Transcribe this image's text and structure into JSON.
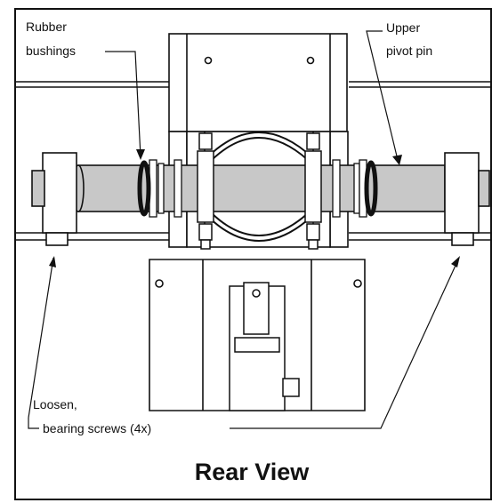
{
  "callouts": {
    "rubber_line1": "Rubber",
    "rubber_line2": "bushings",
    "pivot_line1": "Upper",
    "pivot_line2": "pivot pin",
    "loosen_line1": "Loosen,",
    "loosen_line2": "bearing screws (4x)"
  },
  "view_title": "Rear View",
  "colors": {
    "line": "#111111",
    "pin_fill": "#c8c8c8",
    "bushing": "#111111",
    "background": "#ffffff"
  }
}
